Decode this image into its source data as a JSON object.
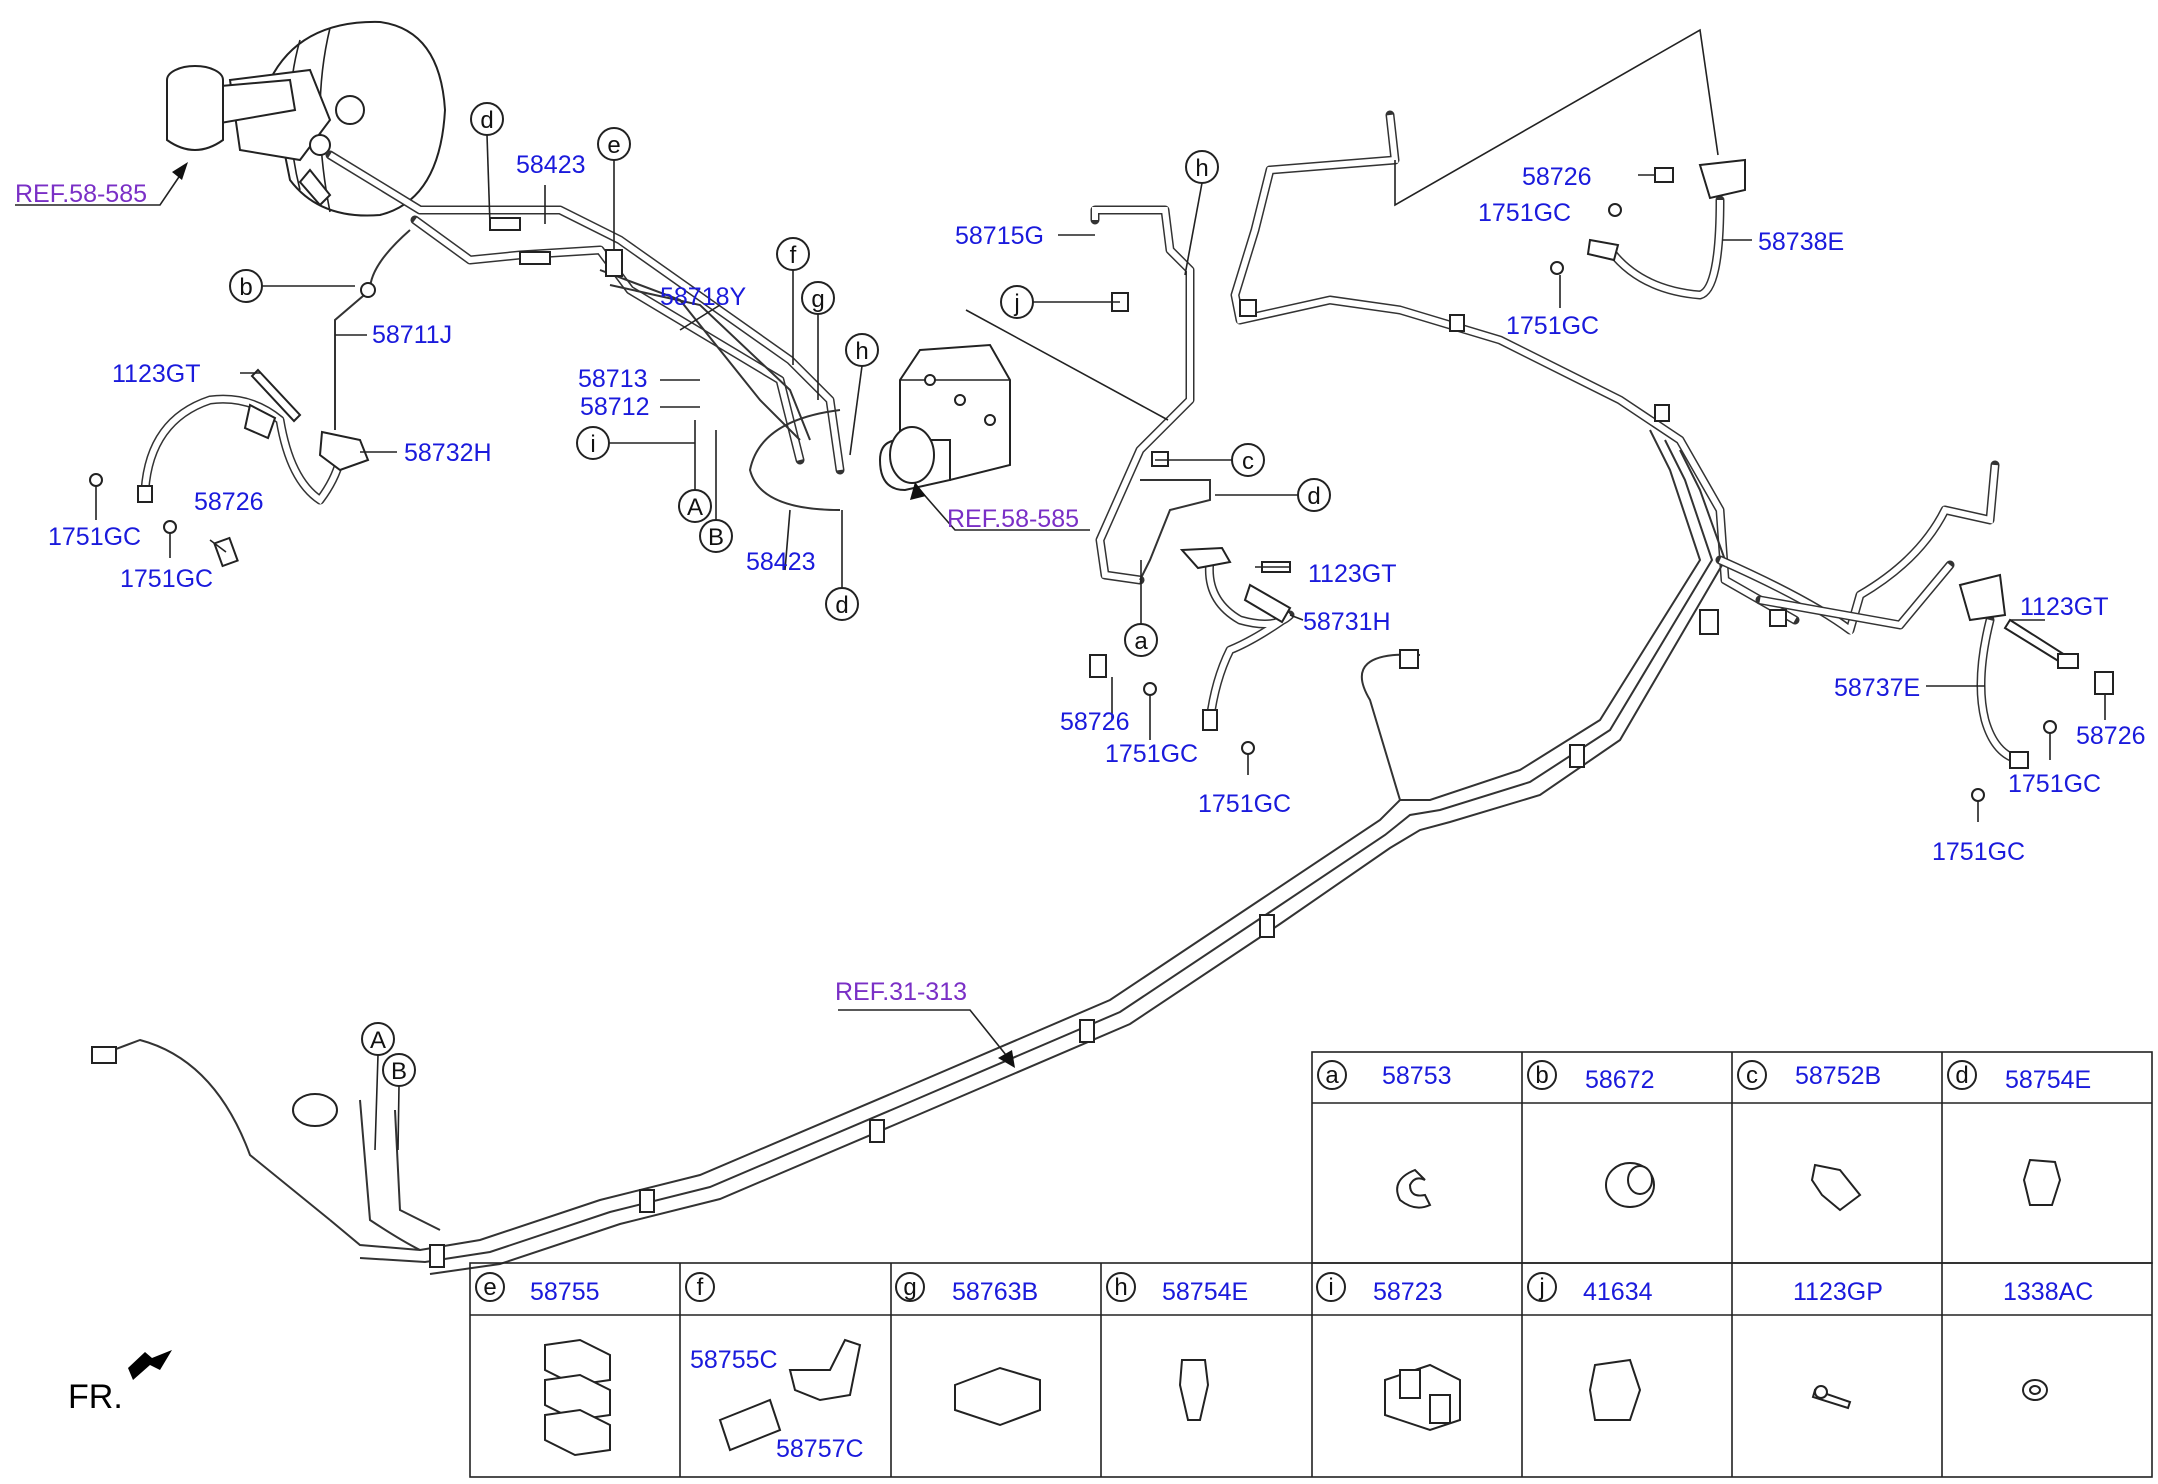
{
  "refs": {
    "r1": "REF.58-585",
    "r2": "REF.58-585",
    "r3": "REF.31-313"
  },
  "labels": {
    "l58423a": "58423",
    "l58423b": "58423",
    "l58718Y": "58718Y",
    "l58711J": "58711J",
    "l1123GTa": "1123GT",
    "l1123GTb": "1123GT",
    "l1123GTc": "1123GT",
    "l58732H": "58732H",
    "l58726a": "58726",
    "l58726b": "58726",
    "l58726c": "58726",
    "l58726d": "58726",
    "l1751GCa": "1751GC",
    "l1751GCb": "1751GC",
    "l1751GCc": "1751GC",
    "l1751GCd": "1751GC",
    "l1751GCe": "1751GC",
    "l1751GCf": "1751GC",
    "l1751GCg": "1751GC",
    "l1751GCh": "1751GC",
    "l58713": "58713",
    "l58712": "58712",
    "l58715G": "58715G",
    "l58731H": "58731H",
    "l58738E": "58738E",
    "l58737E": "58737E"
  },
  "callouts": {
    "a": "a",
    "b": "b",
    "c": "c",
    "d": "d",
    "e": "e",
    "f": "f",
    "g": "g",
    "h": "h",
    "i": "i",
    "j": "j",
    "A": "A",
    "B": "B"
  },
  "parts_table": {
    "row1": [
      {
        "letter": "a",
        "part": "58753"
      },
      {
        "letter": "b",
        "part": "58672"
      },
      {
        "letter": "c",
        "part": "58752B"
      },
      {
        "letter": "d",
        "part": "58754E"
      }
    ],
    "row2": [
      {
        "letter": "e",
        "part": "58755"
      },
      {
        "letter": "f",
        "part": ""
      },
      {
        "letter": "g",
        "part": "58763B"
      },
      {
        "letter": "h",
        "part": "58754E"
      },
      {
        "letter": "i",
        "part": "58723"
      },
      {
        "letter": "j",
        "part": "41634"
      },
      {
        "letter": "",
        "part": "1123GP"
      },
      {
        "letter": "",
        "part": "1338AC"
      }
    ],
    "f_sub": {
      "top": "58755C",
      "bottom": "58757C"
    }
  },
  "front_marker": "FR.",
  "colors": {
    "part_label": "#1a1adc",
    "ref_label": "#7a2fc6",
    "line": "#333333"
  }
}
